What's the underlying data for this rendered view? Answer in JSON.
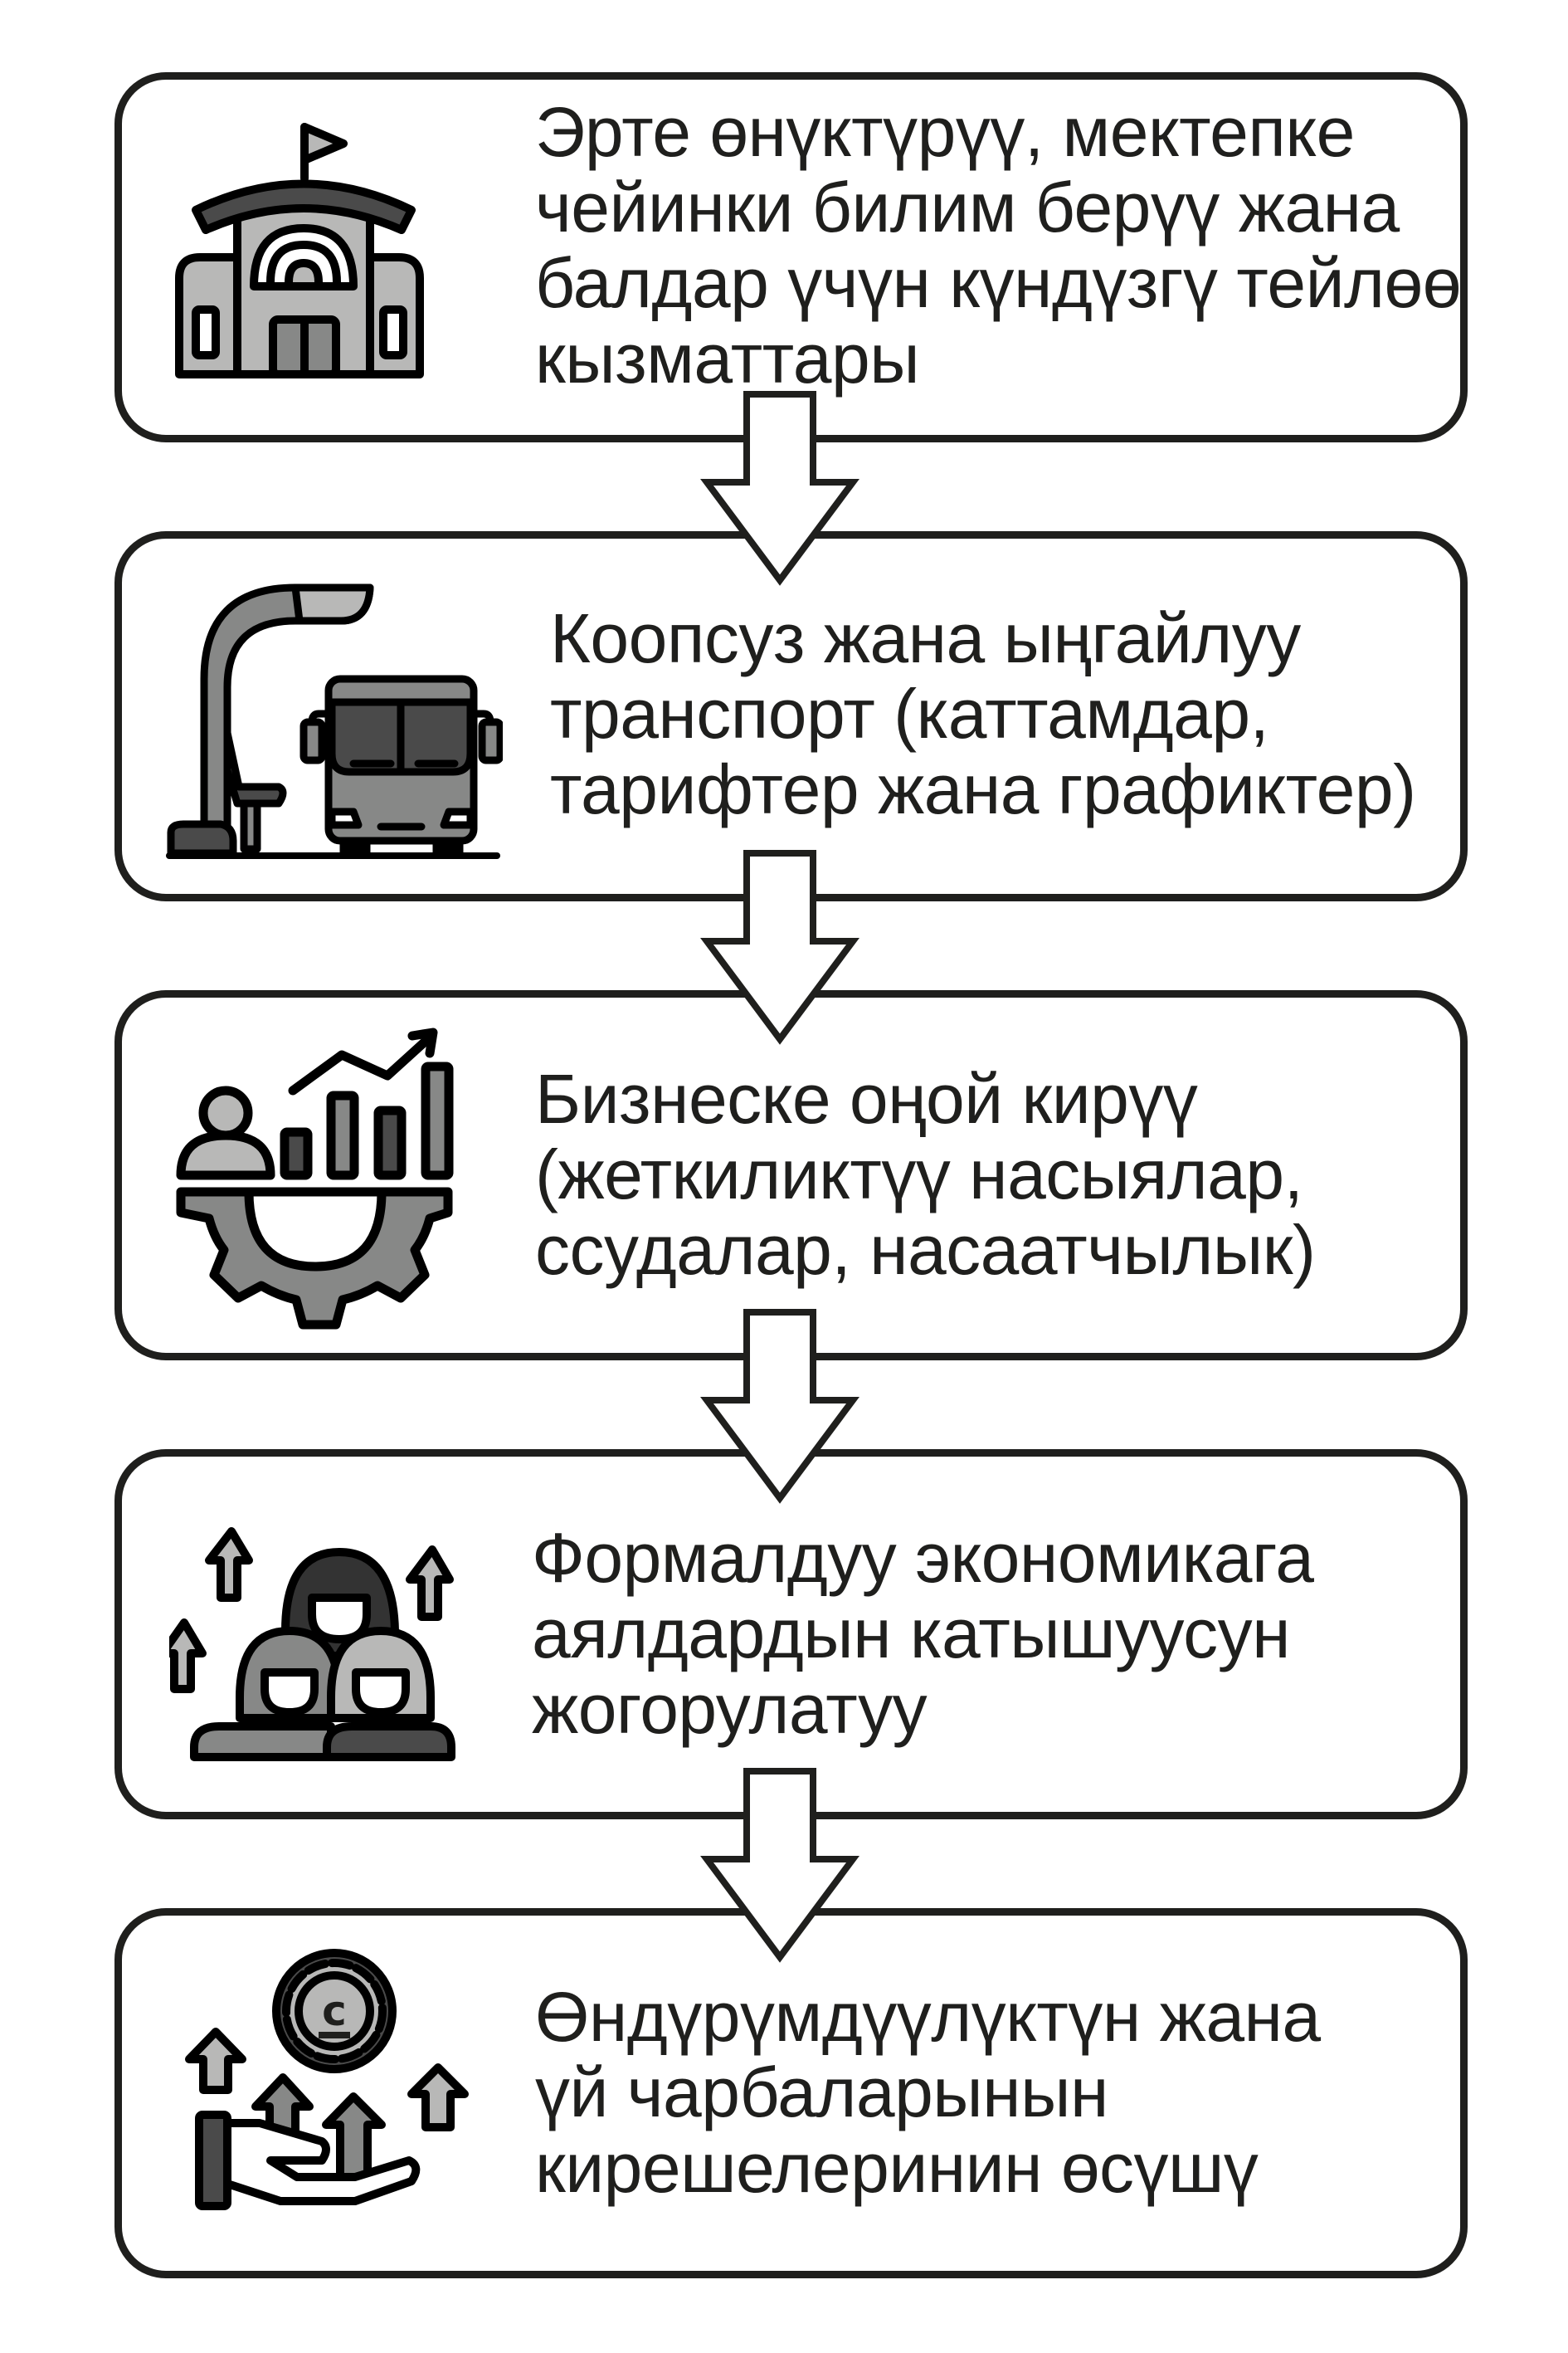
{
  "diagram": {
    "type": "vertical-flowchart",
    "colors": {
      "stroke": "#1f1f1d",
      "light_gray": "#b8b8b7",
      "mid_gray": "#878887",
      "dark_gray": "#4a4a4a",
      "background": "#ffffff"
    },
    "steps": [
      {
        "icon": "school-building-icon",
        "lines": [
          "Эрте өнүктүрүү, мектепке",
          "чейинки билим берүү жана",
          "балдар үчүн күндүзгү тейлөө",
          "кызматтары"
        ]
      },
      {
        "icon": "bus-stop-icon",
        "lines": [
          "Коопсуз жана ыңгайлуу",
          "транспорт (каттамдар,",
          "тарифтер жана графиктер)"
        ]
      },
      {
        "icon": "business-growth-icon",
        "lines": [
          "Бизнеске оңой кирүү",
          "(жеткиликтүү насыялар,",
          "ссудалар, насаатчылык)"
        ]
      },
      {
        "icon": "women-empowerment-icon",
        "lines": [
          "Формалдуу экономикага",
          "аялдардын катышуусун",
          "жогорулатуу"
        ]
      },
      {
        "icon": "income-growth-icon",
        "lines": [
          "Өндүрүмдүүлүктүн жана",
          "үй чарбаларынын",
          "кирешелеринин өсүшү"
        ]
      }
    ],
    "connectors": [
      {
        "from": 0,
        "to": 1,
        "icon": "down-arrow-icon"
      },
      {
        "from": 1,
        "to": 2,
        "icon": "down-arrow-icon"
      },
      {
        "from": 2,
        "to": 3,
        "icon": "down-arrow-icon"
      },
      {
        "from": 3,
        "to": 4,
        "icon": "down-arrow-icon"
      }
    ]
  }
}
